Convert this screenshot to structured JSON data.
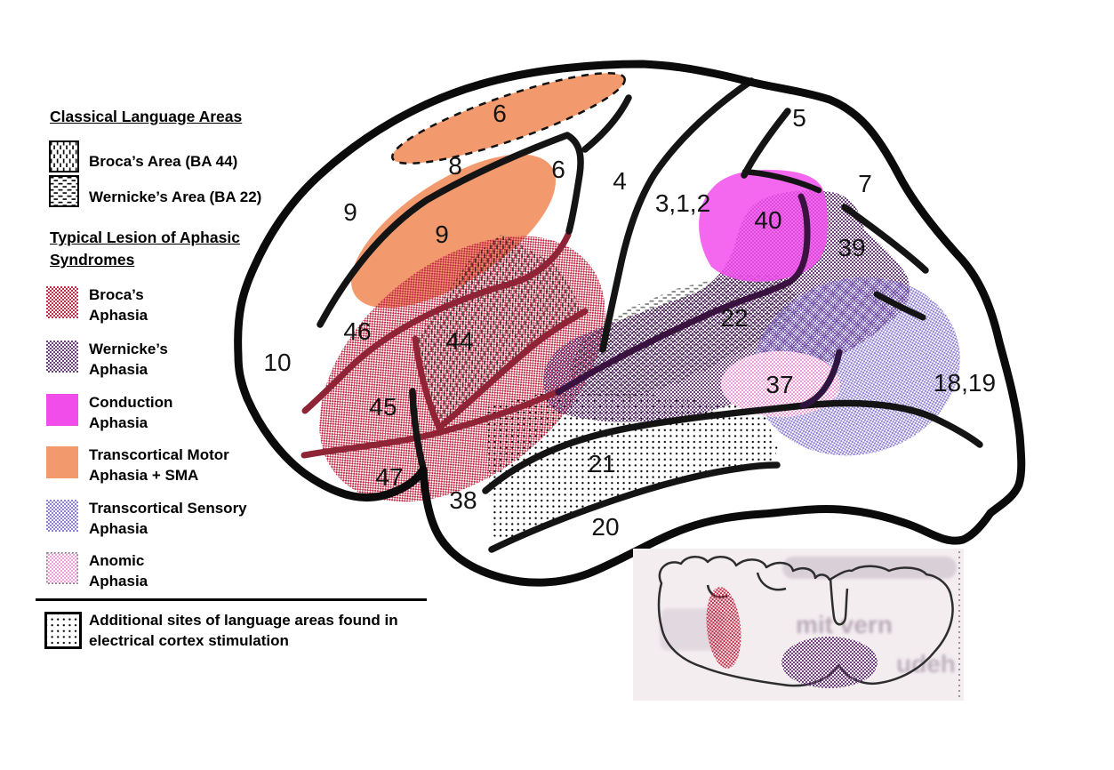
{
  "legend": {
    "classical": {
      "heading": "Classical Language Areas",
      "items": [
        {
          "label": "Broca’s Area (BA 44)",
          "pattern": "vertical-dashes"
        },
        {
          "label": "Wernicke’s Area (BA 22)",
          "pattern": "horizontal-dashes"
        }
      ]
    },
    "lesions": {
      "heading_line1": "Typical Lesion of Aphasic",
      "heading_line2": "Syndromes",
      "items": [
        {
          "line1": "Broca’s",
          "line2": "Aphasia",
          "color": "#c22b45",
          "style": "checker"
        },
        {
          "line1": "Wernicke’s",
          "line2": "Aphasia",
          "color": "#6e3f7d",
          "style": "checker"
        },
        {
          "line1": "Conduction",
          "line2": "Aphasia",
          "color": "#f14deb",
          "style": "solid"
        },
        {
          "line1": "Transcortical Motor",
          "line2": "Aphasia + SMA",
          "color": "#f2996e",
          "style": "solid"
        },
        {
          "line1": "Transcortical Sensory",
          "line2": "Aphasia",
          "color": "#8f7fd4",
          "style": "checker"
        },
        {
          "line1": "Anomic",
          "line2": "Aphasia",
          "color": "#ee9fd8",
          "style": "checker-dotted-border"
        }
      ]
    },
    "additional": {
      "line1": "Additional sites of language areas found in",
      "line2": "electrical cortex stimulation",
      "pattern": "dots"
    }
  },
  "brain_labels": [
    {
      "text": "6"
    },
    {
      "text": "8"
    },
    {
      "text": "6"
    },
    {
      "text": "9"
    },
    {
      "text": "9"
    },
    {
      "text": "4"
    },
    {
      "text": "3,1,2"
    },
    {
      "text": "5"
    },
    {
      "text": "7"
    },
    {
      "text": "40"
    },
    {
      "text": "39"
    },
    {
      "text": "46"
    },
    {
      "text": "44"
    },
    {
      "text": "10"
    },
    {
      "text": "45"
    },
    {
      "text": "47"
    },
    {
      "text": "38"
    },
    {
      "text": "22"
    },
    {
      "text": "21"
    },
    {
      "text": "20"
    },
    {
      "text": "37"
    },
    {
      "text": "18,19"
    }
  ],
  "inset": {
    "faint_fragments": [
      "mit vern",
      "udeh"
    ]
  },
  "colors": {
    "broca_red": "#c22b45",
    "wernicke_purple": "#6e3f7d",
    "conduction_magenta": "#f14deb",
    "transcortical_motor_orange": "#f2996e",
    "transcortical_sensory_lavender": "#8f7fd4",
    "anomic_pink": "#ee9fd8",
    "outline_black": "#0b0b0b",
    "sulcus_in_red": "#8e2436",
    "sulcus_in_purple": "#3a1240"
  }
}
